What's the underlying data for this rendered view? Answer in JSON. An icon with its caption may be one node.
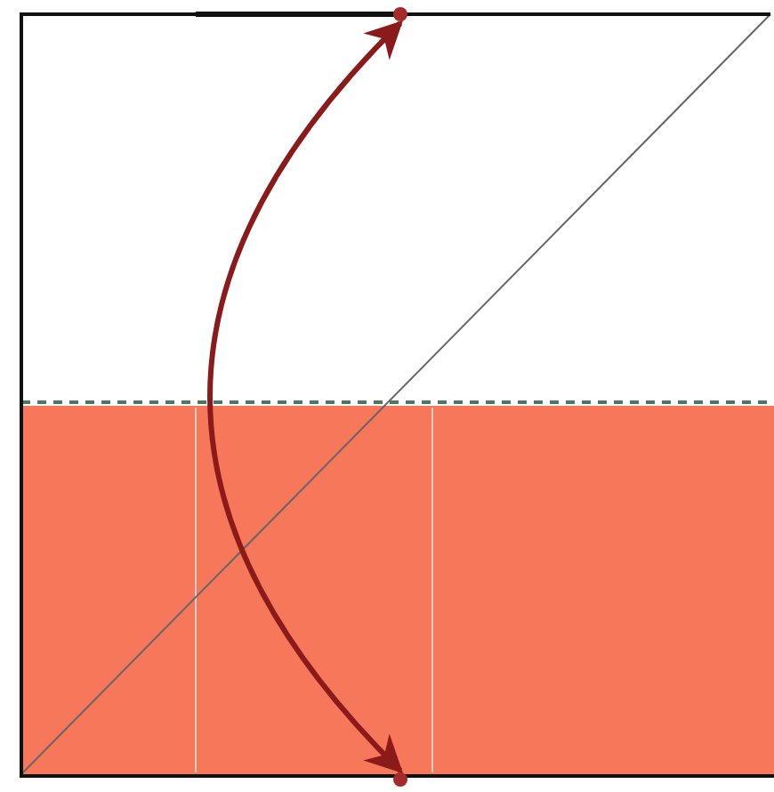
{
  "diagram": {
    "nodes": [
      {
        "text": [],
        "shape": "circle"
      },
      {
        "text": [],
        "shape": "circle"
      }
    ],
    "edges": [
      {
        "from": 1,
        "to": 0,
        "arrow": "both",
        "color": "#8b1a1a"
      }
    ]
  }
}
